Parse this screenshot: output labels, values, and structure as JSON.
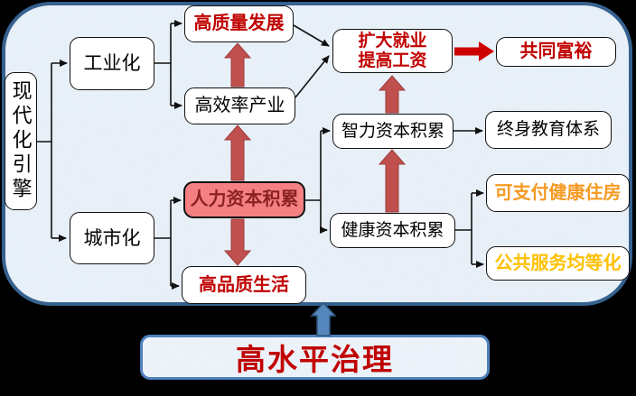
{
  "nodes": {
    "engine": "现代化引擎",
    "industrialization": "工业化",
    "urbanization": "城市化",
    "high_quality_development": "高质量发展",
    "high_efficiency_industry": "高效率产业",
    "human_capital_accumulation": "人力资本积累",
    "high_quality_life": "高品质生活",
    "expand_employment_line1": "扩大就业",
    "expand_employment_line2": "提高工资",
    "common_prosperity": "共同富裕",
    "intellectual_capital_accumulation": "智力资本积累",
    "lifelong_education_system": "终身教育体系",
    "health_capital_accumulation": "健康资本积累",
    "affordable_healthy_housing": "可支付健康住房",
    "public_service_equalization": "公共服务均等化",
    "high_level_governance": "高水平治理"
  },
  "colors": {
    "panel_background": "#D5E3F2",
    "panel_border": "#36618E",
    "red_text": "#C00000",
    "dark_red_text_on_pink": "#8B2222",
    "orange_text": "#F59A23",
    "yellow_text": "#FFC000",
    "pink_node_fill": "#F48082",
    "salmon_thick_arrow": "#C0504D",
    "bright_red_arrow": "#CC0000",
    "blue_arrow": "#5586BC",
    "connector_line": "#111111",
    "node_fill": "#FFFFFF",
    "outside_background": "#000000"
  }
}
